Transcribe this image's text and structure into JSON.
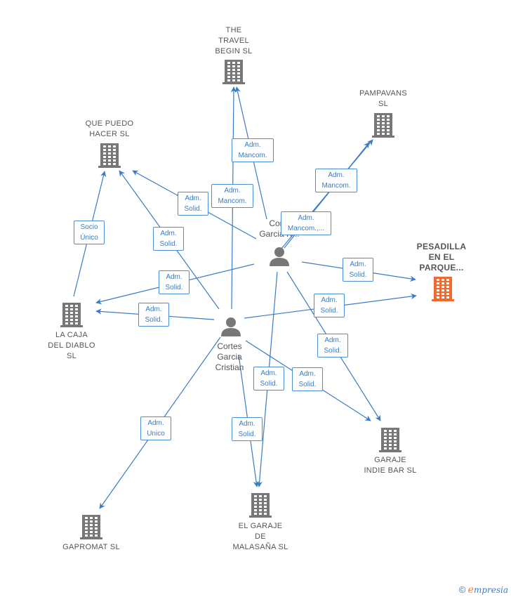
{
  "colors": {
    "edge": "#3a7cc4",
    "building": "#777777",
    "building_highlight": "#f26a2e",
    "person": "#777777"
  },
  "persons": [
    {
      "id": "p1",
      "label": "Corte\nGarcia R..."
    },
    {
      "id": "p2",
      "label": "Cortes\nGarcia\nCristian"
    }
  ],
  "companies": [
    {
      "id": "c1",
      "label": "THE\nTRAVEL\nBEGIN  SL",
      "highlight": false
    },
    {
      "id": "c2",
      "label": "PAMPAVANS\nSL",
      "highlight": false
    },
    {
      "id": "c3",
      "label": "QUE PUEDO\nHACER  SL",
      "highlight": false
    },
    {
      "id": "c4",
      "label": "PESADILLA\nEN EL\nPARQUE...",
      "highlight": true
    },
    {
      "id": "c5",
      "label": "LA CAJA\nDEL DIABLO\nSL",
      "highlight": false
    },
    {
      "id": "c6",
      "label": "GARAJE\nINDIE BAR  SL",
      "highlight": false
    },
    {
      "id": "c7",
      "label": "EL GARAJE\nDE\nMALASAÑA  SL",
      "highlight": false
    },
    {
      "id": "c8",
      "label": "GAPROMAT SL",
      "highlight": false
    }
  ],
  "edges": [
    {
      "id": "e1",
      "label": "Adm.\nMancom."
    },
    {
      "id": "e2",
      "label": "Adm.\nMancom."
    },
    {
      "id": "e3",
      "label": "Adm.\nMancom."
    },
    {
      "id": "e4",
      "label": "Adm.\nMancom.,..."
    },
    {
      "id": "e5",
      "label": "Adm.\nSolid."
    },
    {
      "id": "e6",
      "label": "Adm.\nSolid."
    },
    {
      "id": "e7",
      "label": "Socio\nÚnico"
    },
    {
      "id": "e8",
      "label": "Adm.\nSolid."
    },
    {
      "id": "e9",
      "label": "Adm.\nSolid."
    },
    {
      "id": "e10",
      "label": "Adm.\nSolid."
    },
    {
      "id": "e11",
      "label": "Adm.\nSolid."
    },
    {
      "id": "e12",
      "label": "Adm.\nSolid."
    },
    {
      "id": "e13",
      "label": "Adm.\nSolid."
    },
    {
      "id": "e14",
      "label": "Adm.\nSolid."
    },
    {
      "id": "e15",
      "label": "Adm.\nSolid."
    },
    {
      "id": "e16",
      "label": "Adm.\nUnico"
    }
  ],
  "brand": {
    "copyright": "©",
    "first_letter": "e",
    "rest": "mpresia"
  }
}
